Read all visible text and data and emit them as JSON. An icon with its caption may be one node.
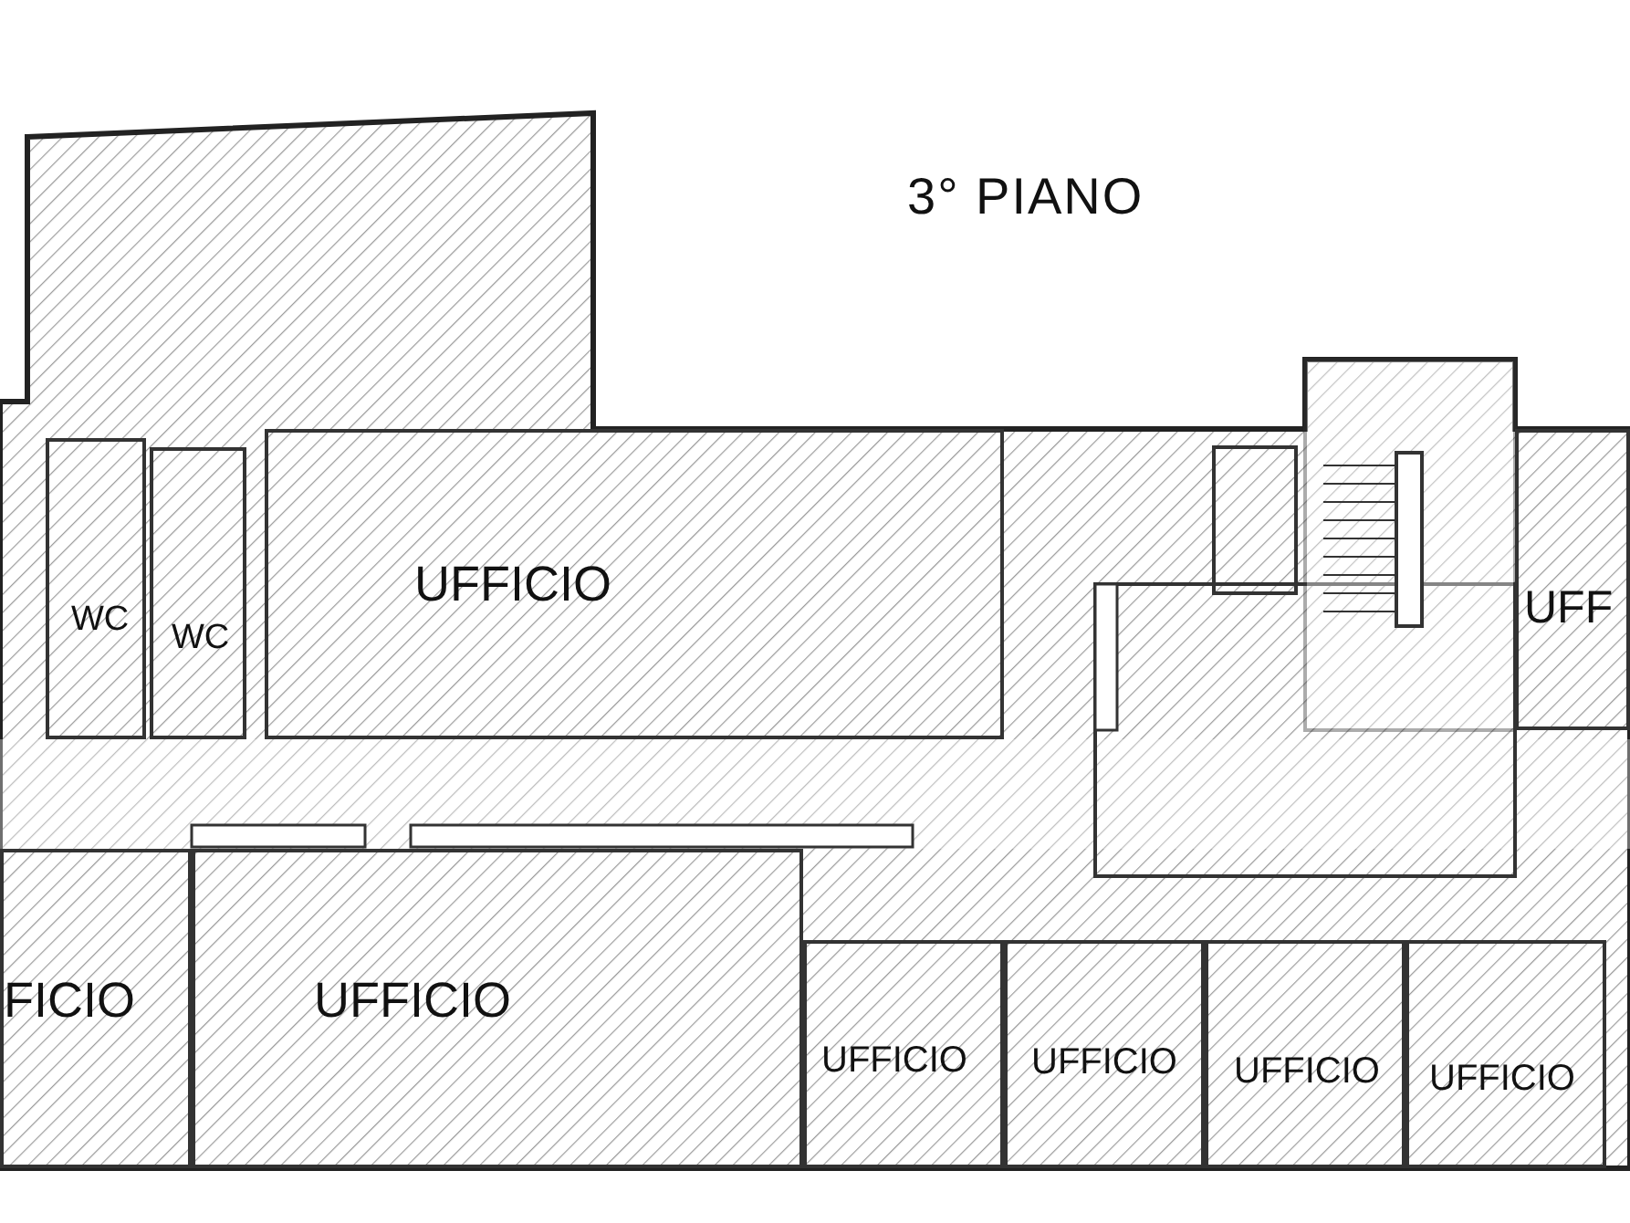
{
  "diagram": {
    "title": "3° PIANO",
    "nodes": [
      {
        "text": [
          "UFFICIO"
        ]
      },
      {
        "text": [
          "WC"
        ]
      },
      {
        "text": [
          "WC"
        ]
      },
      {
        "text": [
          "UFF"
        ]
      },
      {
        "text": [
          "FICIO"
        ]
      },
      {
        "text": [
          "UFFICIO"
        ]
      },
      {
        "text": [
          "UFFICIO"
        ]
      },
      {
        "text": [
          "UFFICIO"
        ]
      },
      {
        "text": [
          "UFFICIO"
        ]
      },
      {
        "text": [
          "UFFICIO"
        ]
      }
    ]
  }
}
